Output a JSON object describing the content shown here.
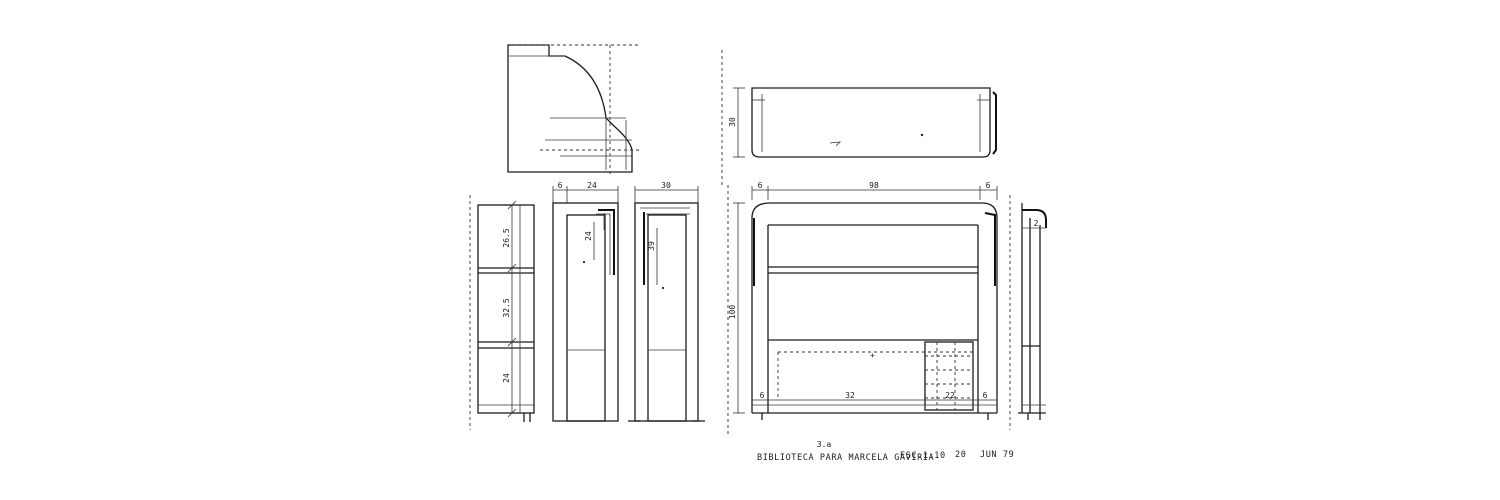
{
  "drawing": {
    "title_block": {
      "sheet_mark": "3.a",
      "project": "BIBLIOTECA PARA MARCELA GAVIRIA",
      "scale": "ESC.1:10",
      "day": "20",
      "date": "JUN 79"
    },
    "top_view": {
      "depth": "30"
    },
    "front_view": {
      "left_side": "6",
      "width": "98",
      "right_side": "6",
      "height": "100",
      "base_left": "6",
      "base_mid": "32",
      "base_drawer": "22",
      "base_right": "6"
    },
    "section_view_a": {
      "left_side": "6",
      "depth": "24",
      "inner": "24"
    },
    "section_view_b": {
      "depth": "30",
      "inner": "39"
    },
    "side_view": {
      "upper": "26.5",
      "middle": "32.5",
      "lower": "24"
    },
    "detail_right": {
      "mark": "2"
    }
  }
}
